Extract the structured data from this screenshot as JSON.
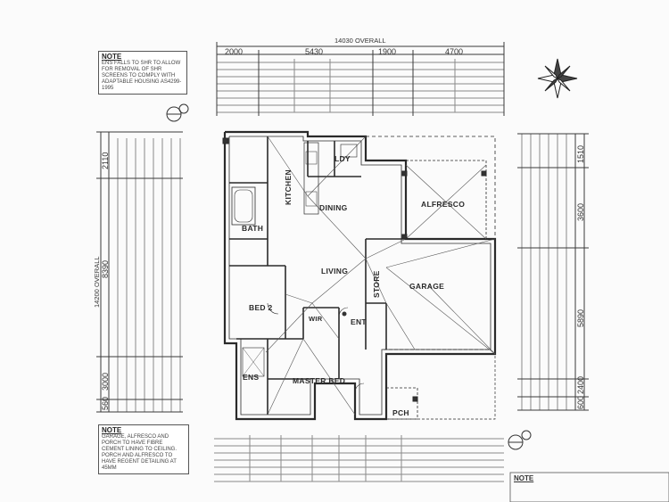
{
  "notes": {
    "top": {
      "heading": "NOTE",
      "text": "ENS FALLS TO SHR TO ALLOW FOR REMOVAL OF SHR SCREENS TO COMPLY WITH ADAPTABLE HOUSING AS4299-1995"
    },
    "bottom": {
      "heading": "NOTE",
      "text": "GARAGE, ALFRESCO AND PORCH TO HAVE FIBRE CEMENT LINING TO CEILING. PORCH AND ALFRESCO TO HAVE REGENT DETAILING AT 45MM"
    },
    "corner": {
      "heading": "NOTE"
    }
  },
  "dimensions": {
    "top_overall": "14030 OVERALL",
    "top_segments": [
      "2000",
      "5430",
      "1900",
      "4700"
    ],
    "left_overall": "14200 OVERALL",
    "left_segments": [
      "2110",
      "8390",
      "3000",
      "560"
    ],
    "right_segments": [
      "1510",
      "3600",
      "5890",
      "2400",
      "600"
    ]
  },
  "rooms": {
    "kitchen": "KITCHEN",
    "ldy": "LDY",
    "dining": "DINING",
    "alfresco": "ALFRESCO",
    "bath": "BATH",
    "living": "LIVING",
    "store": "STORE",
    "garage": "GARAGE",
    "bed2": "BED 2",
    "wir": "WIR",
    "ent": "ENT",
    "ens": "ENS",
    "master_bed": "MASTER BED",
    "pch": "PCH"
  },
  "colors": {
    "line": "#3a3a3a",
    "faint": "#8a8a8a",
    "paper": "#fbfbfb"
  }
}
